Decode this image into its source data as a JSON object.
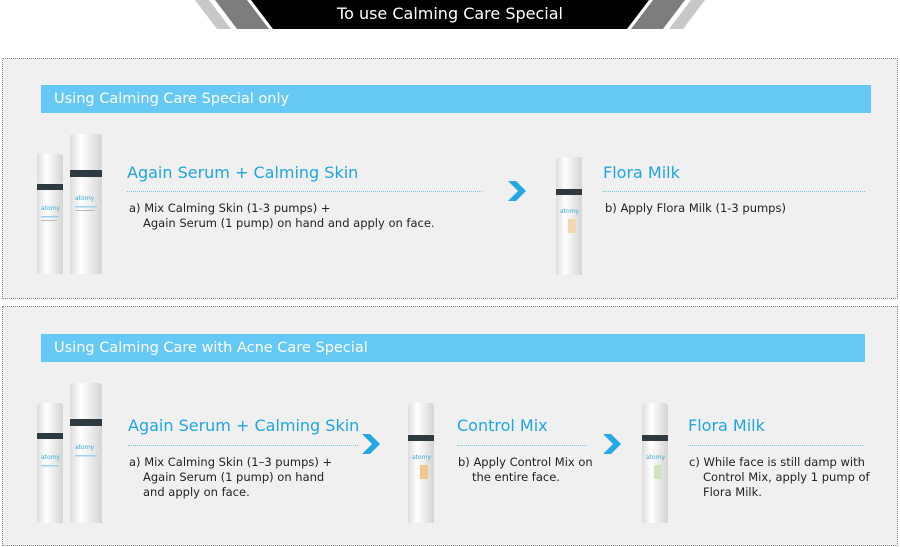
{
  "header": {
    "title": "To use Calming Care Special",
    "colors": {
      "band": "#000000",
      "stripe_dark": "#7d7d7d",
      "stripe_light": "#c8c8c8"
    }
  },
  "colors": {
    "accent": "#1ea6e0",
    "section_header": "#66c9f5",
    "section_bg": "#f0f0f0"
  },
  "section1": {
    "heading": "Using Calming Care Special only",
    "steps": [
      {
        "title": "Again Serum + Calming Skin",
        "lines": [
          "a) Mix Calming Skin (1-3 pumps) +",
          "Again Serum (1 pump)  on hand and apply on face."
        ]
      },
      {
        "title": "Flora Milk",
        "lines": [
          "b) Apply Flora Milk (1-3 pumps)"
        ]
      }
    ]
  },
  "section2": {
    "heading": "Using Calming Care with Acne Care Special",
    "steps": [
      {
        "title": "Again Serum + Calming Skin",
        "lines": [
          "a) Mix Calming Skin (1–3 pumps) +",
          "Again Serum (1 pump) on hand",
          "and apply on face."
        ]
      },
      {
        "title": "Control Mix",
        "lines": [
          "b) Apply Control Mix on",
          "the entire face."
        ]
      },
      {
        "title": "Flora Milk",
        "lines": [
          "c) While face is still damp with",
          "Control Mix, apply 1 pump of",
          "Flora Milk."
        ]
      }
    ]
  },
  "product_label": "atomy",
  "icons": {
    "next": "chevron-right-icon"
  }
}
